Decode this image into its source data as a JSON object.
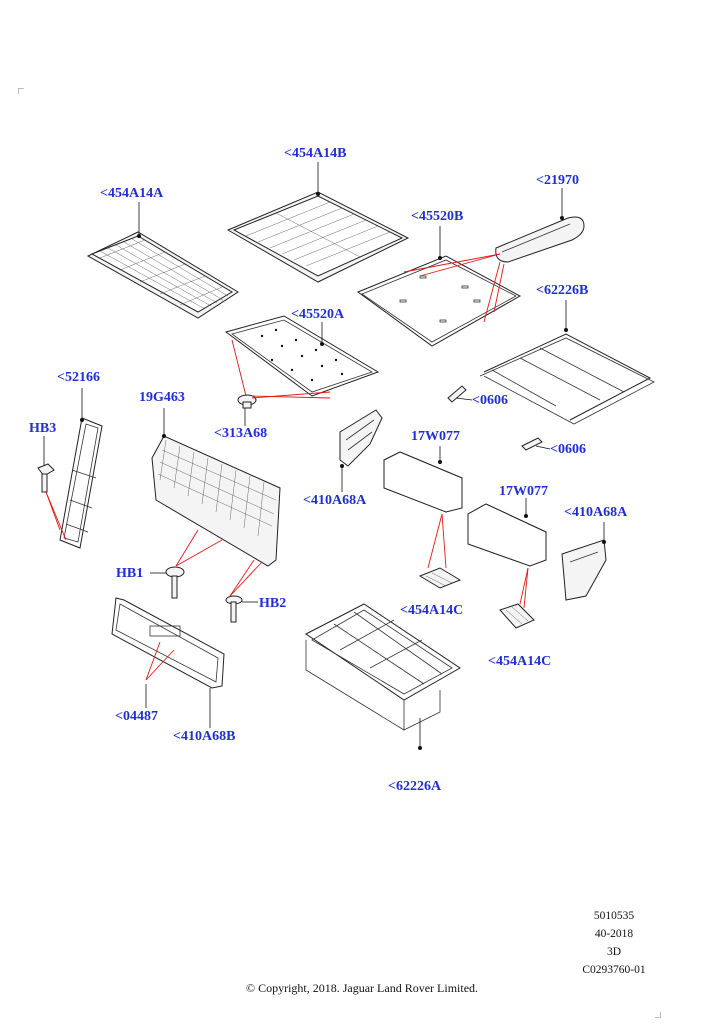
{
  "labels": {
    "c454A14B": "<454A14B",
    "c454A14A": "<454A14A",
    "c21970": "<21970",
    "c45520B": "<45520B",
    "c62226B": "<62226B",
    "c45520A": "<45520A",
    "c0606a": "<0606",
    "c0606b": "<0606",
    "c52166": "<52166",
    "c19G463": "19G463",
    "cHB3": "HB3",
    "c313A68": "<313A68",
    "c17W077a": "17W077",
    "c17W077b": "17W077",
    "c410A68Aa": "<410A68A",
    "c410A68Ab": "<410A68A",
    "cHB1": "HB1",
    "cHB2": "HB2",
    "c454A14Ca": "<454A14C",
    "c454A14Cb": "<454A14C",
    "c04487": "<04487",
    "c410A68B": "<410A68B",
    "c62226A": "<62226A"
  },
  "meta": {
    "line1": "5010535",
    "line2": "40-2018",
    "line3": "3D",
    "line4": "C0293760-01"
  },
  "copyright": "© Copyright, 2018. Jaguar Land Rover Limited.",
  "colors": {
    "callout": "#1f2fd0",
    "leader": "#e01818",
    "line": "#222222",
    "background": "#ffffff"
  }
}
